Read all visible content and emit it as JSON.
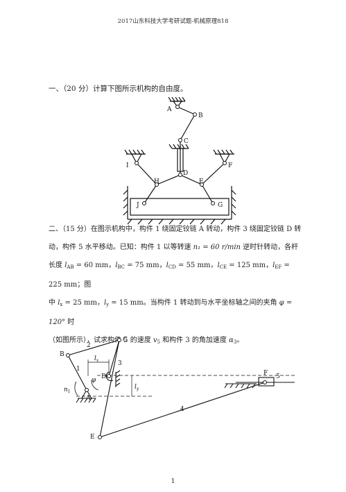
{
  "header": "2017山东科技大学考研试题-机械原理818",
  "q1": {
    "text": "一、（20 分）计算下图所示机构的自由度。"
  },
  "q2": {
    "line1": "二、（15 分）在图示机构中，构件 1 绕固定铰链 A 转动，构件 3 绕固定铰链 D 转",
    "line2a": "动，构件 5 水平移动。已知：构件 1 以等转速 ",
    "n1": "n₁ = 60 r/min",
    "line2b": " 逆时针转动，各杆",
    "line3a": "长度 ",
    "lab": "l",
    "lab_sub": "AB",
    "lab_val": " = 60 mm，",
    "lbc_sub": "BC",
    "lbc_val": " = 75 mm，",
    "lcd_sub": "CD",
    "lcd_val": " = 55 mm，",
    "lce_sub": "CE",
    "lce_val": " = 125 mm，",
    "lef_sub": "EF",
    "lef_val": " = 225 mm；图",
    "line4a": "中 ",
    "lx_sub": "x",
    "lx_val": " = 25 mm，",
    "ly_sub": "y",
    "ly_val": " = 15 mm。当构件 1 转动到与水平坐标轴之间的夹角 ",
    "phi": "φ = 120°",
    "line4b": " 时",
    "line5a": "（如图所示），试求构件 5 的速度 ",
    "v5": "v",
    "v5_sub": "5",
    "line5b": " 和构件 3 的角加速度 ",
    "a3": "α",
    "a3_sub": "3",
    "line5c": "。"
  },
  "fig1_labels": {
    "A": "A",
    "B": "B",
    "C": "C",
    "D": "D",
    "E": "E",
    "F": "F",
    "G": "G",
    "H": "H",
    "I": "I",
    "J": "J"
  },
  "fig2_labels": {
    "A": "A",
    "B": "B",
    "C": "C",
    "D": "D",
    "E": "E",
    "F": "F",
    "n1": "n",
    "n1_sub": "1",
    "phi": "φ",
    "lx": "l",
    "lx_sub": "x",
    "ly": "l",
    "ly_sub": "y",
    "link1": "1",
    "link2": "2",
    "link3": "3",
    "link4": "4",
    "link5": "5"
  },
  "page_number": "1"
}
